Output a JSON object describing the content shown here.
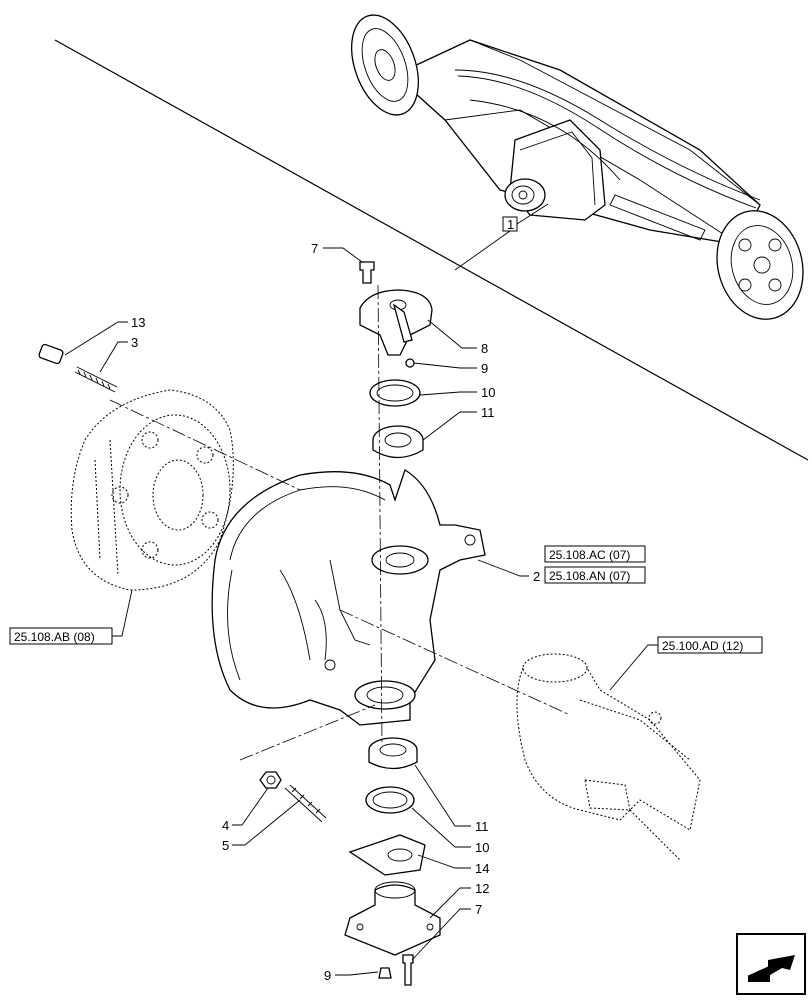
{
  "callouts": {
    "c1": "1",
    "c2": "2",
    "c3": "3",
    "c4": "4",
    "c5": "5",
    "c7_top": "7",
    "c7_bottom": "7",
    "c8": "8",
    "c9_top": "9",
    "c9_bottom": "9",
    "c10_top": "10",
    "c10_bottom": "10",
    "c11_top": "11",
    "c11_bottom": "11",
    "c12": "12",
    "c13": "13",
    "c14": "14"
  },
  "references": {
    "ref_ac": "25.108.AC (07)",
    "ref_an": "25.108.AN (07)",
    "ref_ab": "25.108.AB (08)",
    "ref_ad": "25.100.AD (12)"
  },
  "icons": {
    "nav": "next-page-arrow-icon"
  }
}
